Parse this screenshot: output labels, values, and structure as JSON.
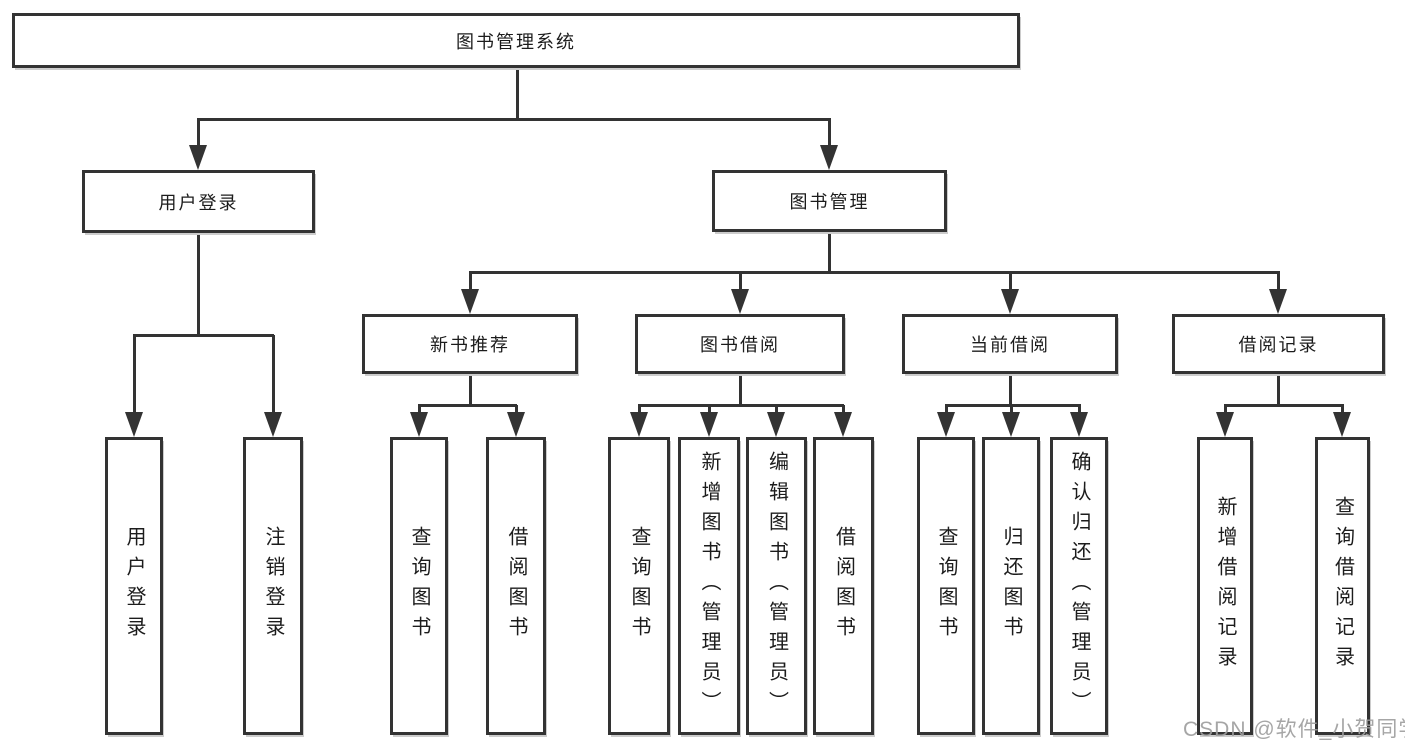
{
  "colors": {
    "line": "#333333",
    "box_background": "#ffffff",
    "text": "#1c1c1c",
    "watermark": "#9e9e9e"
  },
  "watermark": "CSDN @软件_小贺同学",
  "tree": {
    "root": {
      "label": "图书管理系统",
      "children": [
        {
          "label": "用户登录",
          "children": [
            {
              "label": "用户登录"
            },
            {
              "label": "注销登录"
            }
          ]
        },
        {
          "label": "图书管理",
          "children": [
            {
              "label": "新书推荐",
              "children": [
                {
                  "label": "查询图书"
                },
                {
                  "label": "借阅图书"
                }
              ]
            },
            {
              "label": "图书借阅",
              "children": [
                {
                  "label": "查询图书"
                },
                {
                  "label": "新增图书（管理员）"
                },
                {
                  "label": "编辑图书（管理员）"
                },
                {
                  "label": "借阅图书"
                }
              ]
            },
            {
              "label": "当前借阅",
              "children": [
                {
                  "label": "查询图书"
                },
                {
                  "label": "归还图书"
                },
                {
                  "label": "确认归还（管理员）"
                }
              ]
            },
            {
              "label": "借阅记录",
              "children": [
                {
                  "label": "新增借阅记录"
                },
                {
                  "label": "查询借阅记录"
                }
              ]
            }
          ]
        }
      ]
    }
  }
}
